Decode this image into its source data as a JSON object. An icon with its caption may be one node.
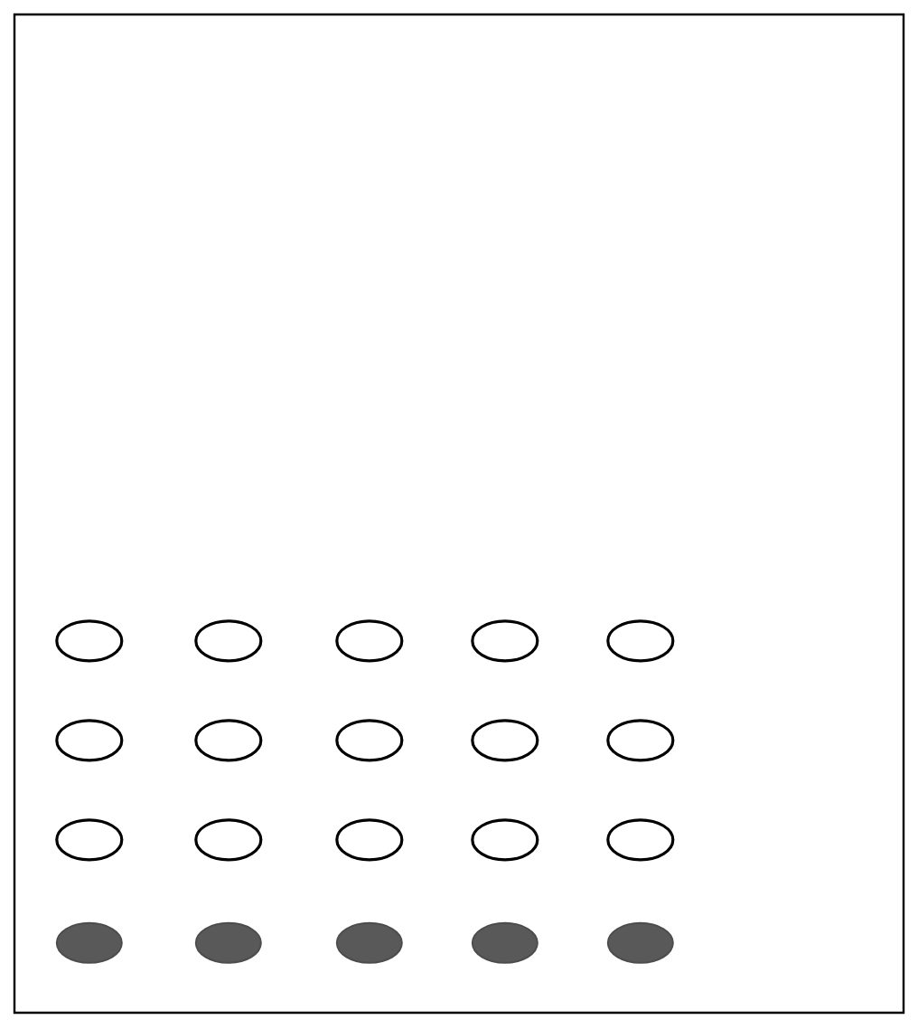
{
  "diagram": {
    "nodes": [
      {
        "text": [],
        "shape": "box"
      },
      {
        "text": [],
        "shape": "ellipse",
        "in": 0
      },
      {
        "text": [],
        "shape": "ellipse",
        "in": 0
      },
      {
        "text": [],
        "shape": "ellipse",
        "in": 0
      },
      {
        "text": [],
        "shape": "ellipse",
        "in": 0
      },
      {
        "text": [],
        "shape": "ellipse",
        "in": 0
      },
      {
        "text": [],
        "shape": "ellipse",
        "in": 0
      },
      {
        "text": [],
        "shape": "ellipse",
        "in": 0
      },
      {
        "text": [],
        "shape": "ellipse",
        "in": 0
      },
      {
        "text": [],
        "shape": "ellipse",
        "in": 0
      },
      {
        "text": [],
        "shape": "ellipse",
        "in": 0
      },
      {
        "text": [],
        "shape": "ellipse",
        "in": 0
      },
      {
        "text": [],
        "shape": "ellipse",
        "in": 0
      },
      {
        "text": [],
        "shape": "ellipse",
        "in": 0
      },
      {
        "text": [],
        "shape": "ellipse",
        "in": 0
      },
      {
        "text": [],
        "shape": "ellipse",
        "in": 0
      },
      {
        "text": [],
        "shape": "disc",
        "in": 0
      },
      {
        "text": [],
        "shape": "disc",
        "in": 0
      },
      {
        "text": [],
        "shape": "disc",
        "in": 0
      },
      {
        "text": [],
        "shape": "disc",
        "in": 0
      },
      {
        "text": [],
        "shape": "disc",
        "in": 0
      }
    ]
  }
}
